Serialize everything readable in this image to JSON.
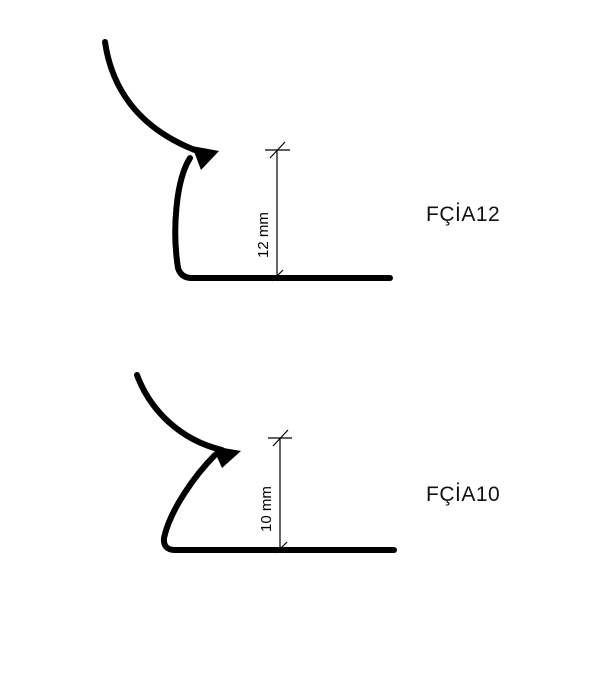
{
  "profiles": [
    {
      "code": "FÇİA12",
      "dimension": "12 mm",
      "height_mm": 12
    },
    {
      "code": "FÇİA10",
      "dimension": "10 mm",
      "height_mm": 10
    }
  ],
  "colors": {
    "stroke": "#000000",
    "background": "#ffffff"
  }
}
